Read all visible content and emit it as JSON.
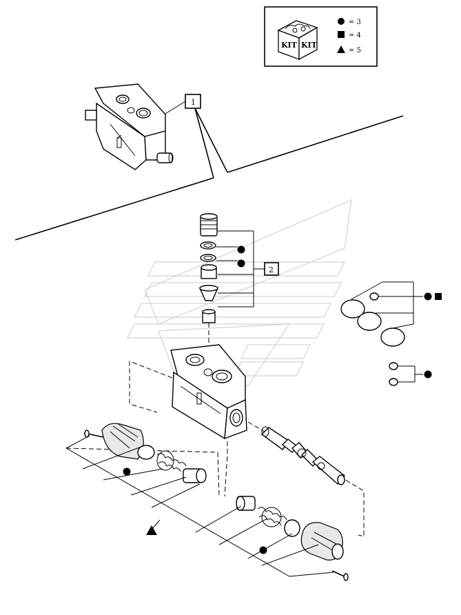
{
  "legend": {
    "kit_icon_text": [
      "KIT",
      "KIT"
    ],
    "items": [
      {
        "symbol": "circle",
        "label": "= 3"
      },
      {
        "symbol": "square",
        "label": "= 4"
      },
      {
        "symbol": "triangle",
        "label": "= 5"
      }
    ]
  },
  "callouts": {
    "item_1": "1",
    "item_2": "2"
  },
  "colors": {
    "line": "#000000",
    "watermark": "#c9c9c9",
    "background": "#ffffff"
  }
}
